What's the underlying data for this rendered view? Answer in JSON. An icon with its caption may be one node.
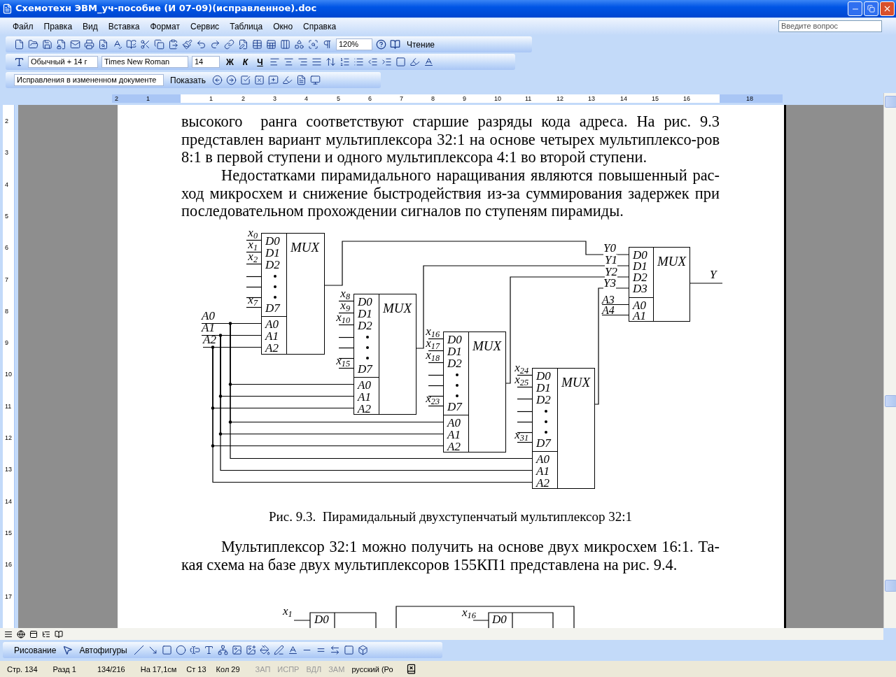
{
  "diagram": {
    "caption": "Рис. 9.3.  Пирамидальный двухступенчатый мультиплексор 32:1",
    "nodes": [
      {
        "text": [
          "D0",
          "D1",
          "D2",
          "D7",
          "A0",
          "A1",
          "A2",
          "MUX"
        ],
        "beside": [
          "x$_{0}$",
          "x$_{1}$",
          "x$_{2}$",
          "x$_{7}$"
        ]
      },
      {
        "text": [
          "D0",
          "D1",
          "D2",
          "D7",
          "A0",
          "A1",
          "A2",
          "MUX"
        ],
        "beside": [
          "x$_{8}$",
          "x$_{9}$",
          "x$_{10}$",
          "x$_{15}$"
        ]
      },
      {
        "text": [
          "D0",
          "D1",
          "D2",
          "D7",
          "A0",
          "A1",
          "A2",
          "MUX"
        ],
        "beside": [
          "x$_{16}$",
          "x$_{17}$",
          "x$_{18}$",
          "x$_{23}$"
        ]
      },
      {
        "text": [
          "D0",
          "D1",
          "D2",
          "D7",
          "A0",
          "A1",
          "A2",
          "MUX"
        ],
        "beside": [
          "x$_{24}$",
          "x$_{25}$",
          "x$_{31}$"
        ]
      },
      {
        "text": [
          "D0",
          "D1",
          "D2",
          "D3",
          "A0",
          "A1",
          "MUX"
        ],
        "beside": [
          "A3",
          "A4"
        ]
      },
      {
        "text": [
          "A0"
        ]
      },
      {
        "text": [
          "A1"
        ]
      },
      {
        "text": [
          "A2"
        ]
      }
    ],
    "edges": [
      {
        "from": 0,
        "to": 4,
        "arrow": "none",
        "label": "Y0"
      },
      {
        "from": 1,
        "to": 4,
        "arrow": "none",
        "label": "Y1"
      },
      {
        "from": 2,
        "to": 4,
        "arrow": "none",
        "label": "Y2"
      },
      {
        "from": 3,
        "to": 4,
        "arrow": "none",
        "label": "Y3"
      },
      {
        "from": 4,
        "to": null,
        "arrow": "none",
        "label": "Y"
      },
      {
        "from": 5,
        "to": 0,
        "arrow": "none"
      },
      {
        "from": 5,
        "to": 1,
        "arrow": "none"
      },
      {
        "from": 5,
        "to": 2,
        "arrow": "none"
      },
      {
        "from": 5,
        "to": 3,
        "arrow": "none"
      },
      {
        "from": 6,
        "to": 0,
        "arrow": "none"
      },
      {
        "from": 6,
        "to": 1,
        "arrow": "none"
      },
      {
        "from": 6,
        "to": 2,
        "arrow": "none"
      },
      {
        "from": 6,
        "to": 3,
        "arrow": "none"
      },
      {
        "from": 7,
        "to": 0,
        "arrow": "none"
      },
      {
        "from": 7,
        "to": 1,
        "arrow": "none"
      },
      {
        "from": 7,
        "to": 2,
        "arrow": "none"
      },
      {
        "from": 7,
        "to": 3,
        "arrow": "none"
      }
    ],
    "labels": [
      "Схемотехн ЭВМ_уч-пособие (И 07-09)(исправленное).doc",
      "Файл",
      "Правка",
      "Вид",
      "Вставка",
      "Формат",
      "Сервис",
      "Таблица",
      "Окно",
      "Справка",
      "Введите вопрос",
      "120%",
      "Чтение",
      "Обычный + 14 г",
      "Times New Roman",
      "14",
      "Ж",
      "К",
      "Ч",
      "Исправления в измененном документе",
      "Показать",
      "2",
      "1",
      "1",
      "2",
      "3",
      "4",
      "5",
      "6",
      "7",
      "8",
      "9",
      "10",
      "11",
      "12",
      "13",
      "14",
      "15",
      "16",
      "18",
      "2",
      "3",
      "4",
      "5",
      "6",
      "7",
      "8",
      "9",
      "10",
      "11",
      "12",
      "13",
      "14",
      "15",
      "16",
      "17",
      "высокого  ранга соответствуют старшие разряды кода адреса. На рис. 9.3 представлен вариант мультиплексора 32:1 на основе четырех мультиплексо-ров 8:1 в первой ступени и одного мультиплексора 4:1 во второй ступени.",
      "Недостатками пирамидального наращивания являются повышенный рас-ход микросхем и снижение быстродействия из-за суммирования задержек при последовательном прохождении сигналов по ступеням пирамиды.",
      "Мультиплексор 32:1 можно получить на основе двух микросхем 16:1. Та-кая схема на базе двух мультиплексоров 155КП1 представлена на рис. 9.4.",
      "x$_{1}$",
      "D0",
      "x$_{16}$",
      "D0",
      "Рисование",
      "Автофигуры",
      "Стр. 134",
      "Разд 1",
      "134/216",
      "На 17,1см",
      "Ст 13",
      "Кол 29",
      "ЗАП",
      "ИСПР",
      "ВДЛ",
      "ЗАМ",
      "русский (Ро"
    ]
  }
}
